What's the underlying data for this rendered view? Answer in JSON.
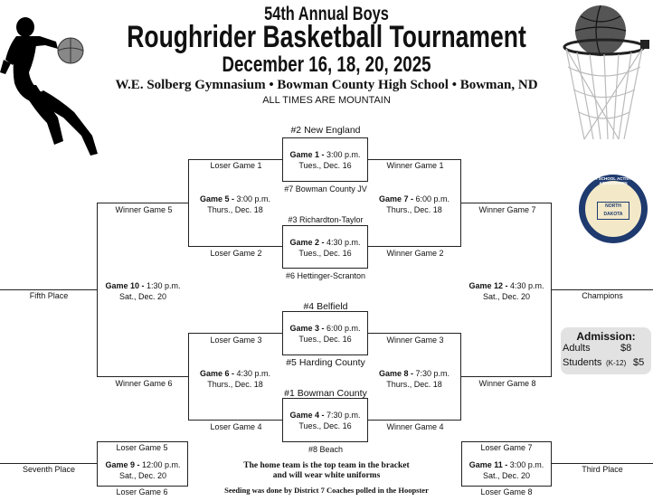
{
  "header": {
    "line1": "54th Annual Boys",
    "line2": "Roughrider Basketball Tournament",
    "line3": "December 16, 18, 20, 2025",
    "venue": "W.E. Solberg Gymnasium • Bowman County High School • Bowman, ND",
    "timezone": "ALL TIMES ARE MOUNTAIN"
  },
  "teams": {
    "t2": "#2 New England",
    "t7": "#7 Bowman County JV",
    "t3": "#3 Richardton-Taylor",
    "t6": "#6 Hettinger-Scranton",
    "t4": "#4 Belfield",
    "t5": "#5 Harding County",
    "t1": "#1 Bowman County",
    "t8": "#8 Beach"
  },
  "games": {
    "g1": {
      "label": "Game 1 -",
      "time": "3:00 p.m.",
      "day": "Tues., Dec. 16"
    },
    "g2": {
      "label": "Game 2 -",
      "time": "4:30 p.m.",
      "day": "Tues., Dec. 16"
    },
    "g3": {
      "label": "Game 3 -",
      "time": "6:00 p.m.",
      "day": "Tues., Dec. 16"
    },
    "g4": {
      "label": "Game 4 -",
      "time": "7:30 p.m.",
      "day": "Tues., Dec. 16"
    },
    "g5": {
      "label": "Game 5 -",
      "time": "3:00 p.m.",
      "day": "Thurs., Dec. 18"
    },
    "g6": {
      "label": "Game 6 -",
      "time": "4:30 p.m.",
      "day": "Thurs., Dec. 18"
    },
    "g7": {
      "label": "Game 7 -",
      "time": "6:00 p.m.",
      "day": "Thurs., Dec. 18"
    },
    "g8": {
      "label": "Game 8 -",
      "time": "7:30 p.m.",
      "day": "Thurs., Dec. 18"
    },
    "g9": {
      "label": "Game 9 -",
      "time": "12:00 p.m.",
      "day": "Sat., Dec. 20"
    },
    "g10": {
      "label": "Game 10 -",
      "time": "1:30 p.m.",
      "day": "Sat., Dec. 20"
    },
    "g11": {
      "label": "Game 11 -",
      "time": "3:00 p.m.",
      "day": "Sat., Dec. 20"
    },
    "g12": {
      "label": "Game 12 -",
      "time": "4:30 p.m.",
      "day": "Sat., Dec. 20"
    }
  },
  "labels": {
    "lg1": "Loser Game 1",
    "wg1": "Winner Game 1",
    "lg2": "Loser Game 2",
    "wg2": "Winner Game 2",
    "lg3": "Loser Game 3",
    "wg3": "Winner Game 3",
    "lg4": "Loser Game 4",
    "wg4": "Winner Game 4",
    "wg5": "Winner Game 5",
    "wg6": "Winner Game 6",
    "wg7": "Winner Game 7",
    "wg8": "Winner Game 8",
    "lg5": "Loser Game 5",
    "lg6": "Loser Game 6",
    "lg7": "Loser Game 7",
    "lg8": "Loser Game 8"
  },
  "places": {
    "fifth": "Fifth Place",
    "champions": "Champions",
    "seventh": "Seventh Place",
    "third": "Third Place"
  },
  "admission": {
    "title": "Admission:",
    "adults_label": "Adults",
    "adults_price": "$8",
    "students_label": "Students",
    "students_grades": "(K-12)",
    "students_price": "$5"
  },
  "seal": {
    "ring_text": "HIGH SCHOOL ACTIVITIES ASSOCIATION",
    "state_top": "NORTH",
    "state_bottom": "DAKOTA"
  },
  "footer": {
    "home_note_1": "The home team is the top team in the bracket",
    "home_note_2": "and will wear white uniforms",
    "seeding": "Seeding was done by District 7 Coaches polled in the Hoopster"
  },
  "icons": {
    "player": "basketball-player-silhouette-icon",
    "hoop": "basketball-hoop-icon"
  }
}
